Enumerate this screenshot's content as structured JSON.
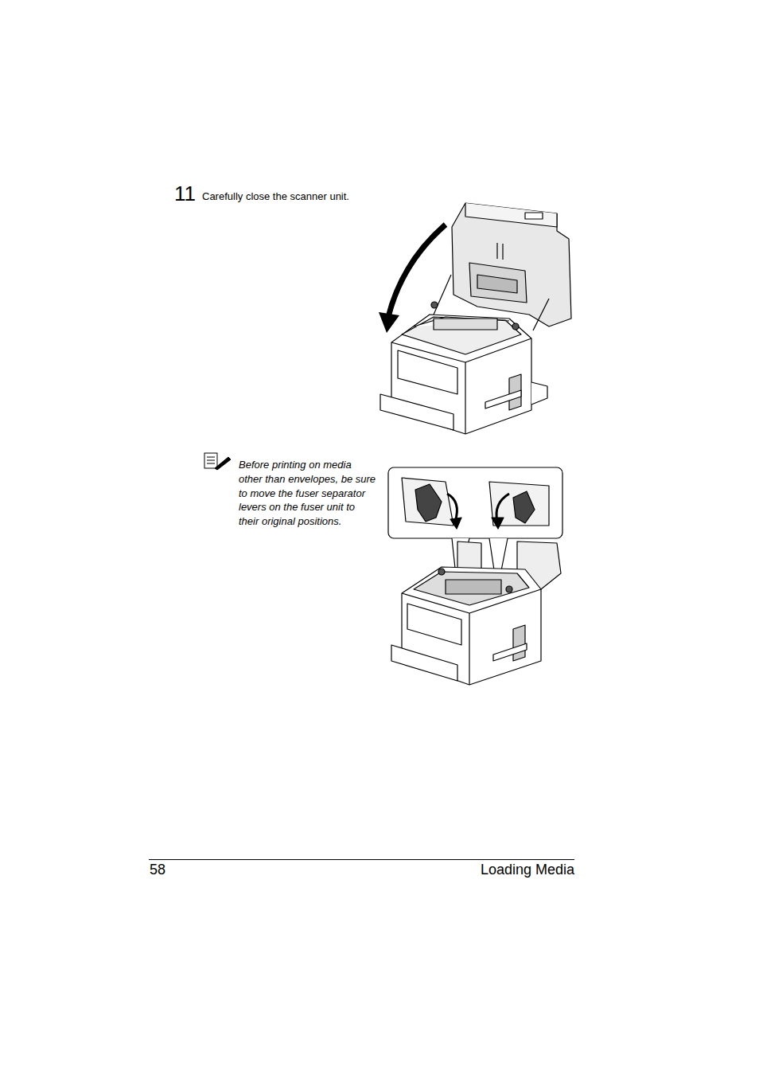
{
  "diagram": {
    "labels": [
      "11",
      "Carefully close the scanner unit.",
      "Before printing on media other than envelopes, be sure to move the fuser separator levers on the fuser unit to their original positions.",
      "58",
      "Loading Media"
    ]
  }
}
